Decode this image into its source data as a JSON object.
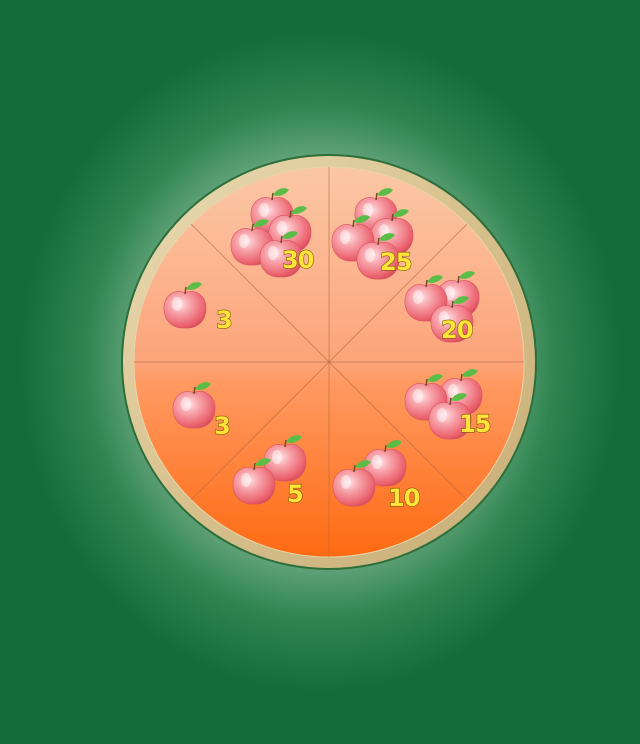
{
  "wheel": {
    "sectors": [
      {
        "label": "30",
        "apples": 4
      },
      {
        "label": "25",
        "apples": 4
      },
      {
        "label": "20",
        "apples": 3
      },
      {
        "label": "15",
        "apples": 3
      },
      {
        "label": "10",
        "apples": 2
      },
      {
        "label": "5",
        "apples": 2
      },
      {
        "label": "3",
        "apples": 1
      },
      {
        "label": "3",
        "apples": 1
      }
    ],
    "colors": {
      "rim": "#d9c596",
      "rim_edge": "#2e6e3a",
      "face_top": "#fbc7a5",
      "face_bottom": "#ff6a12",
      "divider": "#b66a3d",
      "apple": "#f07078",
      "leaf": "#5bbd47",
      "number": "#ffe23a"
    }
  }
}
